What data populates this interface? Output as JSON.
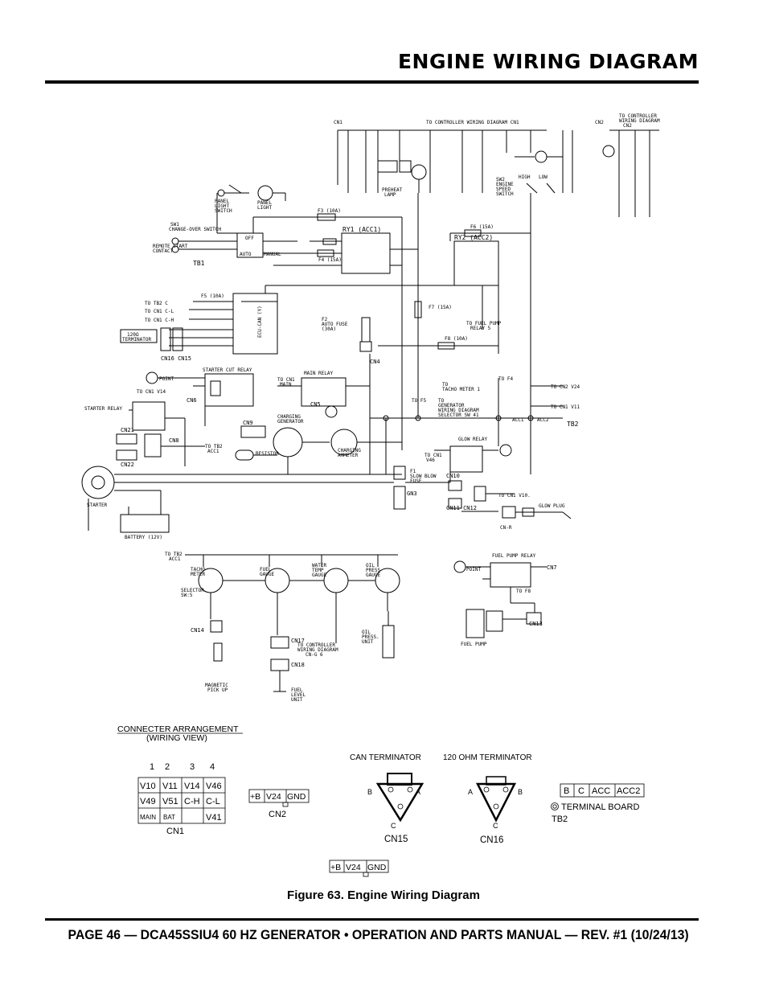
{
  "header": {
    "title": "ENGINE WIRING DIAGRAM"
  },
  "caption": "Figure 63. Engine Wiring Diagram",
  "footer": "PAGE 46 — DCA45SSIU4 60 HZ GENERATOR • OPERATION AND PARTS MANUAL — REV. #1 (10/24/13)",
  "wiring": {
    "cn1": "CN1",
    "cn2": "CN2",
    "to_controller_cn1": "TO CONTROLLER WIRING DIAGRAM CN1",
    "to_controller_cn2_1": "TO CONTROLLER",
    "to_controller_cn2_2": "WIRING DIAGRAM",
    "to_controller_cn2_3": "CN2",
    "panel_light_switch_1": "PANEL",
    "panel_light_switch_2": "LIGHT",
    "panel_light_switch_3": "SWITCH",
    "panel_light_1": "PANEL",
    "panel_light_2": "LIGHT",
    "sw1": "SW1",
    "change_over_switch": "CHANGE-OVER SWITCH",
    "remote_start_1": "REMOTE START",
    "remote_start_2": "CONTACT",
    "tb1": "TB1",
    "off": "OFF",
    "auto": "AUTO",
    "manual": "MANUAL",
    "ry1": "RY1 (ACC1)",
    "ry2": "RY2 (ACC2)",
    "f3": "F3 (10A)",
    "f4": "F4 (15A)",
    "f5": "F5 (10A)",
    "f6": "F6 (15A)",
    "f7": "F7 (15A)",
    "f8": "F8 (10A)",
    "f2_1": "F2",
    "f2_2": "AUTO FUSE",
    "f2_3": "(30A)",
    "ecu_can": "ECU-CAN (Y)",
    "to_tb2_c": "TO TB2 C",
    "to_cn1_cl": "TO CN1 C-L",
    "to_cn1_ch": "TO CN1 C-H",
    "terminator_1": "120Ω",
    "terminator_2": "TERMINATOR",
    "cn16_cn15": "CN16  CN15",
    "starter_cut_relay": "STARTER CUT RELAY",
    "to_a_point": "POINT",
    "to_cn1_v14": "TO CN1 V14",
    "cn6": "CN6",
    "cn4": "CN4",
    "cn5": "CN5",
    "cn9": "CN9",
    "cn8": "CN8",
    "cn21": "CN21",
    "cn22": "CN22",
    "to_cn1_main_1": "TO CN1",
    "to_cn1_main_2": "MAIN",
    "main_relay": "MAIN RELAY",
    "starter_relay": "STARTER RELAY",
    "charging_generator_1": "CHARGING",
    "charging_generator_2": "GENERATOR",
    "charging_ammeter_1": "CHARGING",
    "charging_ammeter_2": "AMMETER",
    "resistor": "RESISTOR",
    "to_tb2_acc1_1": "TO TB2",
    "to_tb2_acc1_2": "ACC1",
    "to_fuel_pump_relay_1": "TO FUEL PUMP",
    "to_fuel_pump_relay_2": "RELAY 5",
    "to_f4": "TO F4",
    "to_f5": "TO F5",
    "to_tacho_1": "TO",
    "to_tacho_2": "TACHO METER 1",
    "to_gen_1": "TO",
    "to_gen_2": "GENERATOR",
    "to_gen_3": "WIRING DIAGRAM",
    "to_gen_4": "SELECTOR SW 41",
    "to_cn2_v24": "TO CN2 V24",
    "to_cn1_v11": "TO CN1 V11",
    "tb2_label": "TB2",
    "acc1": "ACC1",
    "acc2": "ACC2",
    "glow_relay": "GLOW RELAY",
    "to_cn1_v46_1": "TO CN1",
    "to_cn1_v46_2": "V46",
    "f1_1": "F1",
    "f1_2": "SLOW BLOW",
    "f1_3": "FUSE",
    "gn3": "GN3",
    "cn10": "CN10",
    "cn11_cn12": "CN11 CN12",
    "to_cn1_v10": "TO CN1 V10.",
    "glow_plug": "GLOW PLUG",
    "cn_r": "CN-R",
    "starter": "STARTER",
    "battery": "BATTERY (12V)",
    "to_tb2_acc1_b_1": "TO TB2",
    "to_tb2_acc1_b_2": "ACC1",
    "tacho_meter_1": "TACHO",
    "tacho_meter_2": "METER",
    "fuel_gauge_1": "FUEL",
    "fuel_gauge_2": "GAUGE",
    "water_temp_1": "WATER",
    "water_temp_2": "TEMP",
    "water_temp_3": "GAUGE",
    "oil_press_1": "OIL",
    "oil_press_2": "PRESS",
    "oil_press_3": "GAUGE",
    "selector_1": "SELECTOR",
    "selector_2": "SW:5",
    "cn14": "CN14",
    "cn17": "CN17",
    "cn18": "CN18",
    "to_ctrl_cng6_1": "TO CONTROLLER",
    "to_ctrl_cng6_2": "WIRING DIAGRAM",
    "to_ctrl_cng6_3": "CN-G 6",
    "oil_press_unit_1": "OIL",
    "oil_press_unit_2": "PRESS.",
    "oil_press_unit_3": "UNIT",
    "magnetic_1": "MAGNETIC",
    "magnetic_2": "PICK UP",
    "fuel_level_1": "FUEL",
    "fuel_level_2": "LEVEL",
    "fuel_level_3": "UNIT",
    "fuel_pump_relay": "FUEL PUMP RELAY",
    "cn7": "CN7",
    "cn13": "CN13",
    "to_f8": "TO F8",
    "fuel_pump": "FUEL PUMP",
    "preheat_lamp_1": "PREHEAT",
    "preheat_lamp_2": "LAMP",
    "sw2_1": "SW2",
    "sw2_2": "ENGINE",
    "sw2_3": "SPEED",
    "sw2_4": "SWITCH",
    "high": "HIGH",
    "low": "LOW"
  },
  "connectors": {
    "arrangement_title": "CONNECTER ARRANGEMENT",
    "arrangement_subtitle": "(WIRING VIEW)",
    "cn1_columns": [
      "1",
      "2",
      "3",
      "4"
    ],
    "cn1_rows": [
      [
        "V10",
        "V11",
        "V14",
        "V46"
      ],
      [
        "V49",
        "V51",
        "C-H",
        "C-L"
      ],
      [
        "MAIN",
        "BAT",
        "",
        "V41"
      ]
    ],
    "cn1_label": "CN1",
    "cn2_cells": [
      "+B",
      "V24",
      "GND"
    ],
    "cn2_label": "CN2",
    "bottom_cells": [
      "+B",
      "V24",
      "GND"
    ],
    "can_terminator_title": "CAN TERMINATOR",
    "ohm_terminator_title": "120 OHM TERMINATOR",
    "cn15_pins": {
      "left": "B",
      "right": "A",
      "bottom": "C"
    },
    "cn16_pins": {
      "left": "A",
      "right": "B",
      "bottom": "C"
    },
    "cn15_label": "CN15",
    "cn16_label": "CN16",
    "tb2_cells": [
      "B",
      "C",
      "ACC",
      "ACC2"
    ],
    "terminal_board": "TERMINAL BOARD",
    "tb2": "TB2"
  }
}
